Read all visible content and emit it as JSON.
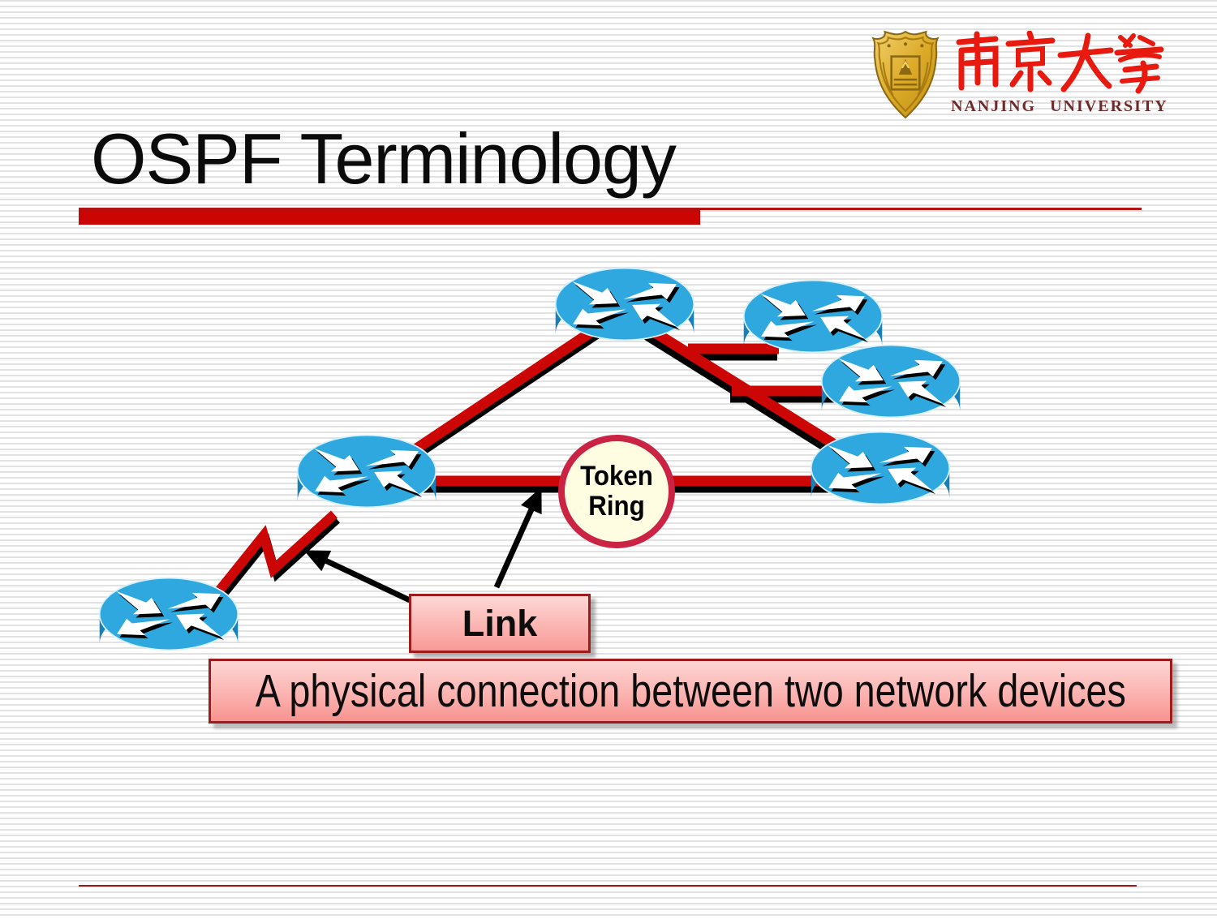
{
  "slide": {
    "title": "OSPF Terminology"
  },
  "logo": {
    "chinese_name": "南京大學",
    "english_name": "NANJING UNIVERSITY",
    "shield_color": "#d9a520",
    "english_text_color": "#6d2a2a",
    "calligraphy_color": "#e8190e"
  },
  "diagram": {
    "token_ring_label": "Token Ring",
    "link_label": "Link",
    "caption": "A physical connection between two network devices",
    "router_count": 6,
    "colors": {
      "link_red": "#cc0505",
      "link_shadow": "#000000",
      "router_top": "#2fa8df",
      "router_body": "#1780b6",
      "token_ring_fill": "#fffde1",
      "token_ring_border": "#cb2343",
      "label_border": "#9d1c1c",
      "label_fill_top": "#fdd8d6",
      "label_fill_bottom": "#f89a97",
      "title_rule_red": "#cb0404"
    }
  }
}
